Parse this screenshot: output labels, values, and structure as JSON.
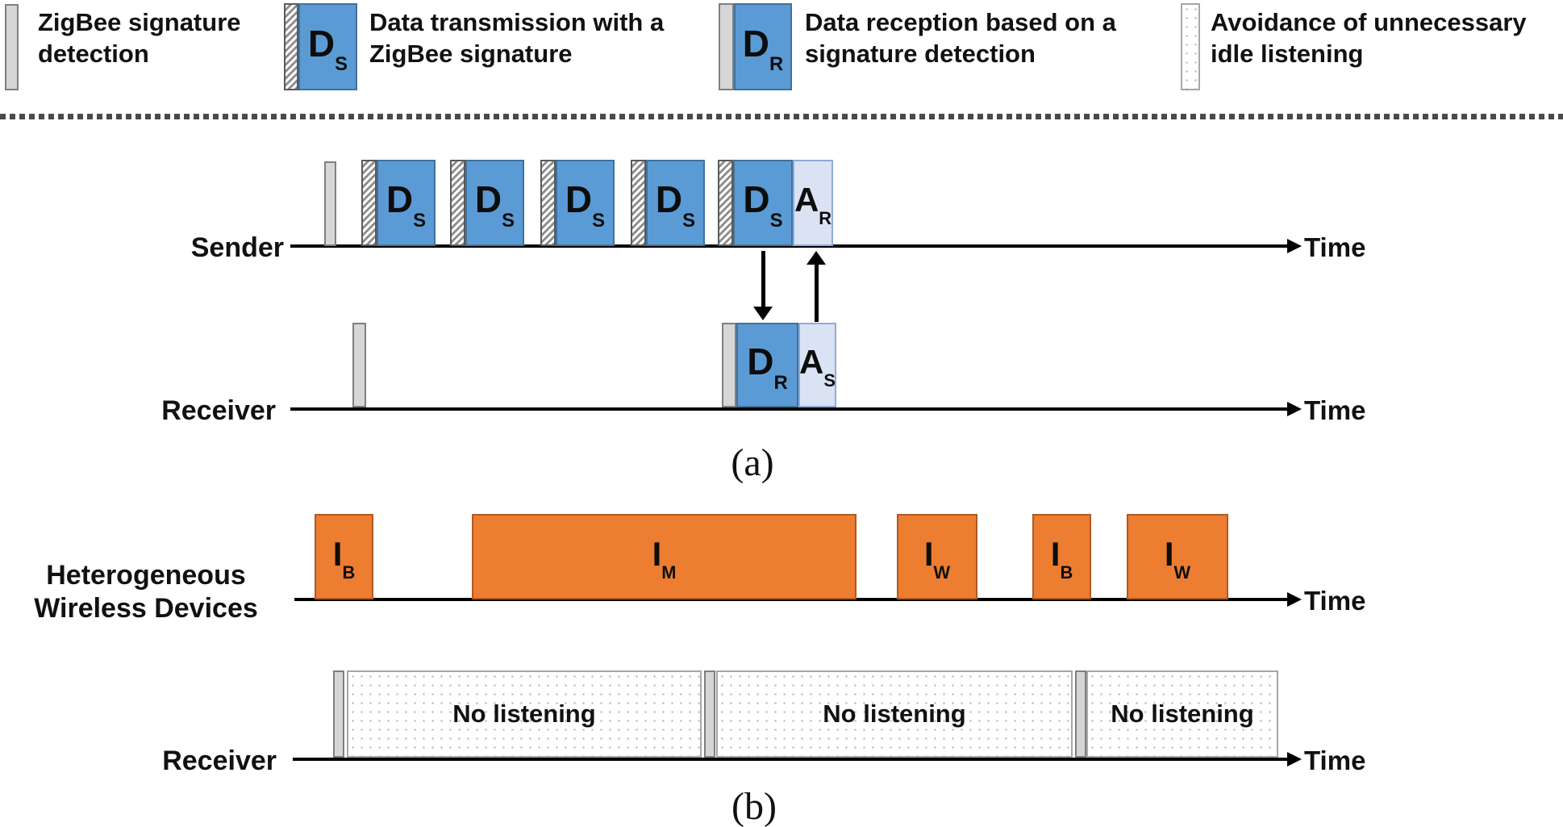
{
  "colors": {
    "blue": "#5B9BD5",
    "blue_border": "#41719C",
    "light_blue": "#DAE3F3",
    "light_blue_border": "#8FAADC",
    "orange": "#ED7D31",
    "orange_border": "#AE5A21",
    "gray": "#D6D6D6",
    "gray_border": "#7F7F7F",
    "timeline": "#000000"
  },
  "legend": {
    "zigbee_detection": {
      "line1": "ZigBee signature",
      "line2": "detection"
    },
    "data_transmission": {
      "line1": "Data transmission with a",
      "line2": "ZigBee signature"
    },
    "data_reception": {
      "line1": "Data reception based on a",
      "line2": "signature detection"
    },
    "idle_avoidance": {
      "line1": "Avoidance of unnecessary",
      "line2": "idle listening"
    }
  },
  "labels": {
    "sender": "Sender",
    "receiver": "Receiver",
    "devices_line1": "Heterogeneous",
    "devices_line2": "Wireless Devices",
    "time": "Time",
    "caption_a": "(a)",
    "caption_b": "(b)",
    "no_listening": "No listening"
  },
  "blocks": {
    "ds": {
      "main": "D",
      "sub": "S"
    },
    "dr": {
      "main": "D",
      "sub": "R"
    },
    "ar": {
      "main": "A",
      "sub": "R"
    },
    "as": {
      "main": "A",
      "sub": "S"
    },
    "ib": {
      "main": "I",
      "sub": "B"
    },
    "im": {
      "main": "I",
      "sub": "M"
    },
    "iw": {
      "main": "I",
      "sub": "W"
    }
  }
}
